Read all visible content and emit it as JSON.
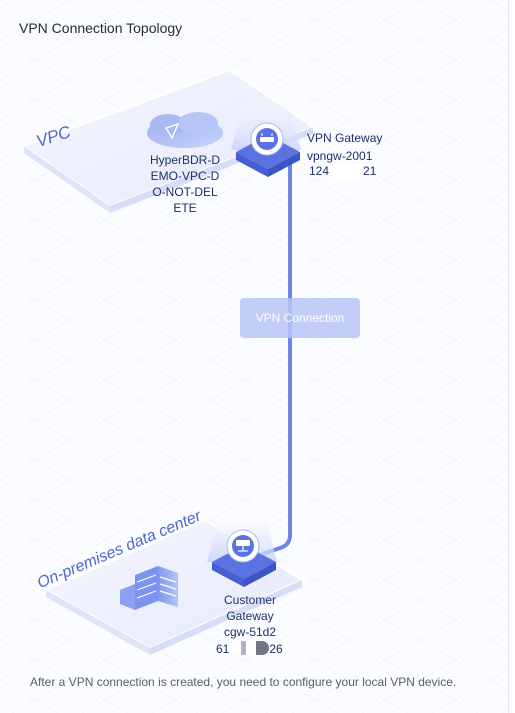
{
  "panel": {
    "title": "VPN Connection Topology"
  },
  "vpc": {
    "zone_label": "VPC",
    "name_lines": [
      "HyperBDR-D",
      "EMO-VPC-D",
      "O-NOT-DEL",
      "ETE"
    ]
  },
  "vpn_gateway": {
    "type_label": "VPN Gateway",
    "name": "vpngw-2001",
    "ip_start": "124",
    "ip_end": "21"
  },
  "connection": {
    "label": "VPN Connection"
  },
  "onprem": {
    "zone_label": "On-premises data center"
  },
  "customer_gateway": {
    "type_label_lines": [
      "Customer",
      "Gateway"
    ],
    "name": "cgw-51d2",
    "ip_start": "61",
    "ip_end": "26"
  },
  "footer": {
    "note": "After a VPN connection is created, you need to configure your local VPN device."
  },
  "colors": {
    "accent": "#5a73e0",
    "line": "#6b85ea",
    "connection_fill": "#b7c4f7",
    "zone_text": "#4d66cc"
  },
  "icons": {
    "vpn_gateway": "router-icon",
    "customer_gateway": "gateway-device-icon",
    "vpc": "cloud-icon",
    "datacenter": "building-icon"
  }
}
